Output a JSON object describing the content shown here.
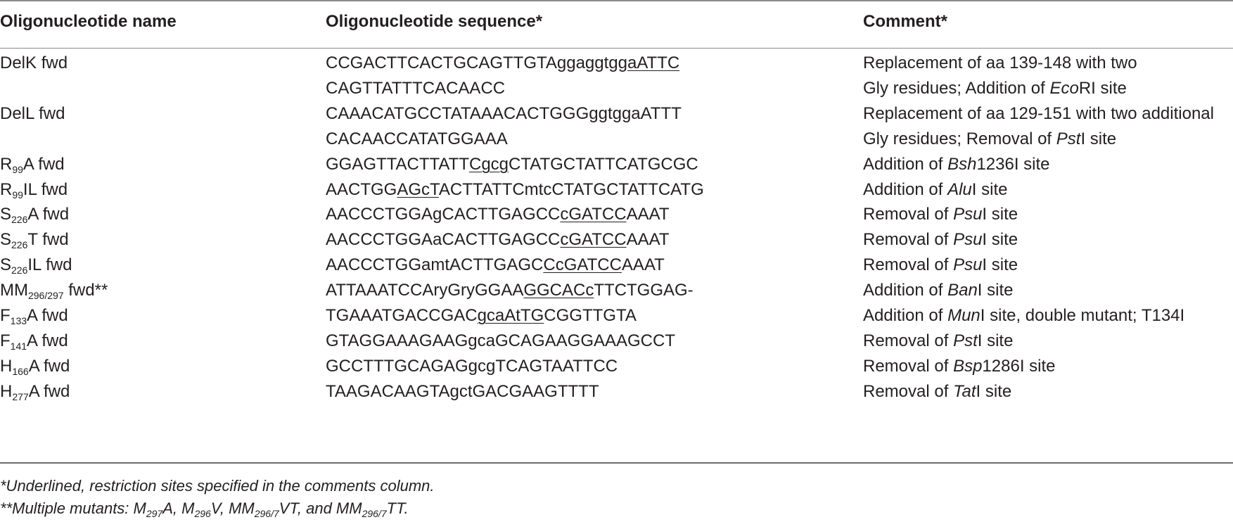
{
  "headers": {
    "name": "Oligonucleotide name",
    "sequence": "Oligonucleotide sequence*",
    "comment": "Comment*"
  },
  "rows": [
    {
      "name": [
        {
          "t": "DelK fwd"
        }
      ],
      "sequence": [
        {
          "t": "CCGACTTCACTGCAGTTGTAggaggtgg"
        },
        {
          "t": "aATTC",
          "u": true
        }
      ],
      "comment": [
        {
          "t": "Replacement of aa 139-148 with two"
        }
      ]
    },
    {
      "name": [],
      "sequence": [
        {
          "t": "CAGTTATTTCACAACC"
        }
      ],
      "comment": [
        {
          "t": "Gly residues; Addition of "
        },
        {
          "t": "Eco",
          "i": true
        },
        {
          "t": "RI site"
        }
      ]
    },
    {
      "name": [
        {
          "t": "DelL fwd"
        }
      ],
      "sequence": [
        {
          "t": "CAAACATGCCTATAAACACTGGGggtggaATTT"
        }
      ],
      "comment": [
        {
          "t": "Replacement of aa 129-151 with two additional"
        }
      ]
    },
    {
      "name": [],
      "sequence": [
        {
          "t": "CACAACCATATGGAAA"
        }
      ],
      "comment": [
        {
          "t": "Gly residues; Removal of "
        },
        {
          "t": "Pst",
          "i": true
        },
        {
          "t": "I site"
        }
      ]
    },
    {
      "name": [
        {
          "t": "R"
        },
        {
          "t": "99",
          "sub": true
        },
        {
          "t": "A fwd"
        }
      ],
      "sequence": [
        {
          "t": "GGAGTTACTTATT"
        },
        {
          "t": "Cgcg",
          "u": true
        },
        {
          "t": "CTATGCTATTCATGCGC"
        }
      ],
      "comment": [
        {
          "t": "Addition of "
        },
        {
          "t": "Bsh",
          "i": true
        },
        {
          "t": "1236I site"
        }
      ]
    },
    {
      "name": [
        {
          "t": "R"
        },
        {
          "t": "99",
          "sub": true
        },
        {
          "t": "IL fwd"
        }
      ],
      "sequence": [
        {
          "t": "AACTGG"
        },
        {
          "t": "AGcT",
          "u": true
        },
        {
          "t": "ACTTATTCmtcCTATGCTATTCATG"
        }
      ],
      "comment": [
        {
          "t": "Addition of "
        },
        {
          "t": "Alu",
          "i": true
        },
        {
          "t": "I site"
        }
      ]
    },
    {
      "name": [
        {
          "t": "S"
        },
        {
          "t": "226",
          "sub": true
        },
        {
          "t": "A fwd"
        }
      ],
      "sequence": [
        {
          "t": "AACCCTGGAgCACTTGAGCC"
        },
        {
          "t": "cGATCC",
          "u": true
        },
        {
          "t": "AAAT"
        }
      ],
      "comment": [
        {
          "t": "Removal of "
        },
        {
          "t": "Psu",
          "i": true
        },
        {
          "t": "I site"
        }
      ]
    },
    {
      "name": [
        {
          "t": "S"
        },
        {
          "t": "226",
          "sub": true
        },
        {
          "t": "T fwd"
        }
      ],
      "sequence": [
        {
          "t": "AACCCTGGAaCACTTGAGCC"
        },
        {
          "t": "cGATCC",
          "u": true
        },
        {
          "t": "AAAT"
        }
      ],
      "comment": [
        {
          "t": "Removal of "
        },
        {
          "t": "Psu",
          "i": true
        },
        {
          "t": "I site"
        }
      ]
    },
    {
      "name": [
        {
          "t": "S"
        },
        {
          "t": "226",
          "sub": true
        },
        {
          "t": "IL fwd"
        }
      ],
      "sequence": [
        {
          "t": "AACCCTGGamtACTTGAGC"
        },
        {
          "t": "CcGATCC",
          "u": true
        },
        {
          "t": "AAAT"
        }
      ],
      "comment": [
        {
          "t": "Removal of "
        },
        {
          "t": "Psu",
          "i": true
        },
        {
          "t": "I site"
        }
      ]
    },
    {
      "name": [
        {
          "t": "MM"
        },
        {
          "t": "296/297",
          "sub": true
        },
        {
          "t": " fwd**"
        }
      ],
      "sequence": [
        {
          "t": "ATTAAATCCAryGryGGAA"
        },
        {
          "t": "GGCACc",
          "u": true
        },
        {
          "t": "TTCTGGAG-"
        }
      ],
      "comment": [
        {
          "t": "Addition of "
        },
        {
          "t": "Ban",
          "i": true
        },
        {
          "t": "I site"
        }
      ]
    },
    {
      "name": [
        {
          "t": "F"
        },
        {
          "t": "133",
          "sub": true
        },
        {
          "t": "A fwd"
        }
      ],
      "sequence": [
        {
          "t": "TGAAATGACCGAC"
        },
        {
          "t": "gcaAtTG",
          "u": true
        },
        {
          "t": "CGGTTGTA"
        }
      ],
      "comment": [
        {
          "t": "Addition of "
        },
        {
          "t": "Mun",
          "i": true
        },
        {
          "t": "I site, double mutant; T134I"
        }
      ]
    },
    {
      "name": [
        {
          "t": "F"
        },
        {
          "t": "141",
          "sub": true
        },
        {
          "t": "A fwd"
        }
      ],
      "sequence": [
        {
          "t": "GTAGGAAAGAAGgcaGCAGAAGGAAAGCCT"
        }
      ],
      "comment": [
        {
          "t": "Removal of "
        },
        {
          "t": "Pst",
          "i": true
        },
        {
          "t": "I site"
        }
      ]
    },
    {
      "name": [
        {
          "t": "H"
        },
        {
          "t": "166",
          "sub": true
        },
        {
          "t": "A fwd"
        }
      ],
      "sequence": [
        {
          "t": "GCCTTTGCAGAGgcgTCAGTAATTCC"
        }
      ],
      "comment": [
        {
          "t": "Removal of "
        },
        {
          "t": "Bsp",
          "i": true
        },
        {
          "t": "1286I site"
        }
      ]
    },
    {
      "name": [
        {
          "t": "H"
        },
        {
          "t": "277",
          "sub": true
        },
        {
          "t": "A fwd"
        }
      ],
      "sequence": [
        {
          "t": "TAAGACAAGTAgctGACGAAGTTTT"
        }
      ],
      "comment": [
        {
          "t": "Removal of "
        },
        {
          "t": "Tat",
          "i": true
        },
        {
          "t": "I site"
        }
      ]
    }
  ],
  "footnotes": [
    [
      {
        "t": "*Underlined, restriction sites specified in the comments column."
      }
    ],
    [
      {
        "t": "**Multiple mutants: M"
      },
      {
        "t": "297",
        "sub": true
      },
      {
        "t": "A, M"
      },
      {
        "t": "296",
        "sub": true
      },
      {
        "t": "V, MM"
      },
      {
        "t": "296/7",
        "sub": true
      },
      {
        "t": "VT, and MM"
      },
      {
        "t": "296/7",
        "sub": true
      },
      {
        "t": "TT."
      }
    ]
  ]
}
